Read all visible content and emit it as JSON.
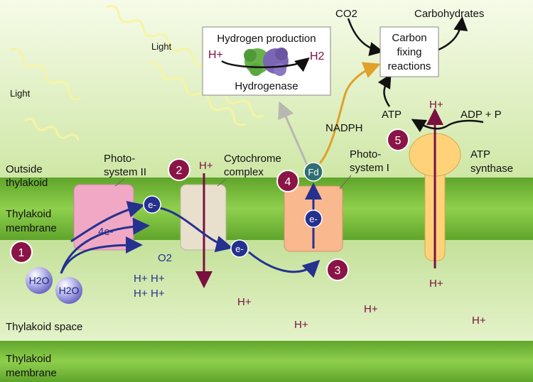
{
  "regions": {
    "outside": "Outside",
    "outside2": "thylakoid",
    "membrane": "Thylakoid",
    "membrane2": "membrane",
    "space": "Thylakoid space",
    "membrane_bottom": "Thylakoid",
    "membrane_bottom2": "membrane"
  },
  "light_labels": {
    "left": "Light",
    "middle": "Light"
  },
  "complexes": {
    "ps2": {
      "line1": "Photo-",
      "line2": "system II"
    },
    "cyt": {
      "line1": "Cytochrome",
      "line2": "complex"
    },
    "ps1": {
      "line1": "Photo-",
      "line2": "system I"
    },
    "atp_synthase": {
      "line1": "ATP",
      "line2": "synthase"
    }
  },
  "steps": [
    "1",
    "2",
    "3",
    "4",
    "5"
  ],
  "molecules": {
    "h2o": "H2O",
    "four_e": "4e-",
    "e": "e-",
    "o2": "O2",
    "h_plus": "H+",
    "fd": "Fd",
    "nadph": "NADPH",
    "atp": "ATP",
    "adp_p": "ADP + P",
    "co2": "CO2",
    "carbohydrates": "Carbohydrates",
    "h2": "H2"
  },
  "hydrogen_box": {
    "title": "Hydrogen production",
    "enzyme": "Hydrogenase"
  },
  "carbon_box": {
    "line1": "Carbon",
    "line2": "fixing",
    "line3": "reactions"
  },
  "colors": {
    "membrane_green": "#7bbf3a",
    "background_green": "#d6ecb0",
    "ps2_pink": "#f0a8c4",
    "cyt_beige": "#e8e0cc",
    "ps1_peach": "#f9b88e",
    "atp_yellow": "#ffd27a",
    "step_badge": "#8a1446",
    "electron_blue": "#25318f",
    "proton_maroon": "#7a1040",
    "fd_teal": "#2f6e72"
  }
}
